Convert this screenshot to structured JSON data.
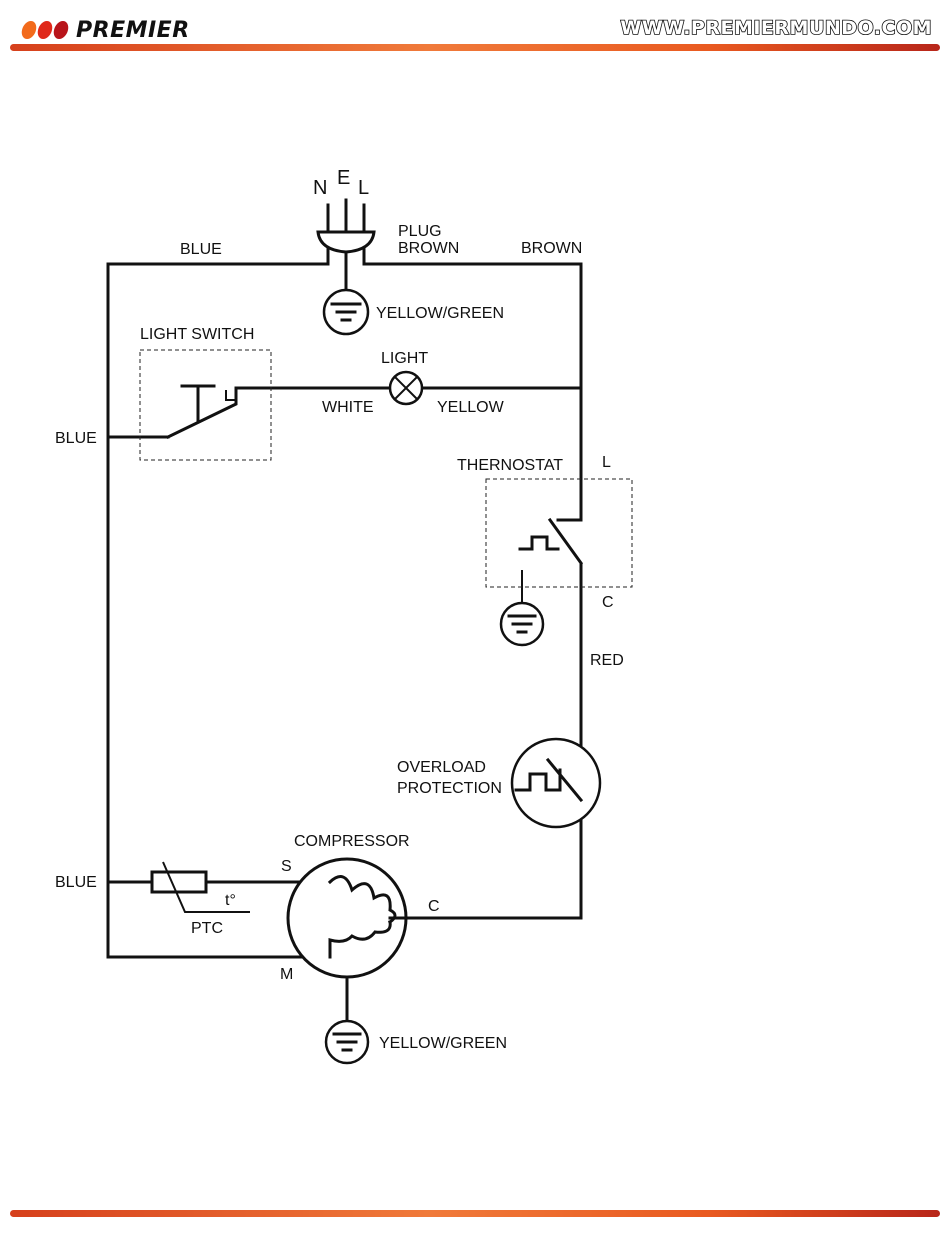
{
  "header": {
    "brand": "PREMIER",
    "website": "WWW.PREMIERMUNDO.COM",
    "dot_colors": [
      "#f26a1b",
      "#e0281a",
      "#b8141a"
    ]
  },
  "diagram": {
    "plug_pins": {
      "n": "N",
      "e": "E",
      "l": "L"
    },
    "plug_label": "PLUG",
    "plug_brown": "BROWN",
    "wire_top_left": "BLUE",
    "wire_top_right": "BROWN",
    "plug_ground": "YELLOW/GREEN",
    "light_switch": "LIGHT SWITCH",
    "light": "LIGHT",
    "light_left_wire": "WHITE",
    "light_right_wire": "YELLOW",
    "switch_wire": "BLUE",
    "thermostat": "THERNOSTAT",
    "thermo_l": "L",
    "thermo_c": "C",
    "red_wire": "RED",
    "overload_1": "OVERLOAD",
    "overload_2": "PROTECTION",
    "compressor": "COMPRESSOR",
    "comp_s": "S",
    "comp_m": "M",
    "comp_c": "C",
    "ptc_wire": "BLUE",
    "ptc": "PTC",
    "ptc_temp": "t°",
    "comp_ground": "YELLOW/GREEN"
  }
}
